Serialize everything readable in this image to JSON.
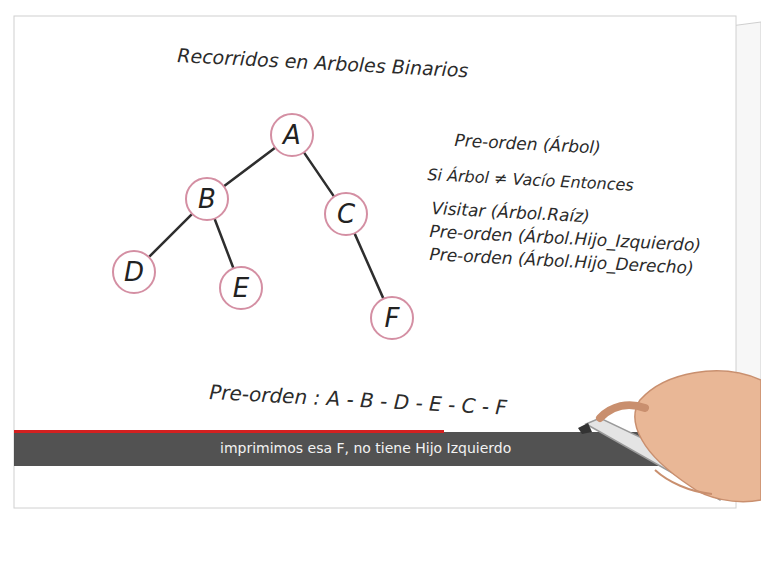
{
  "diagram": {
    "title": "Recorridos en Arboles Binarios",
    "caption": "imprimimos esa F, no tiene Hijo Izquierdo",
    "nodes": [
      {
        "text": [
          "A"
        ]
      },
      {
        "text": [
          "B"
        ]
      },
      {
        "text": [
          "C"
        ]
      },
      {
        "text": [
          "D"
        ]
      },
      {
        "text": [
          "E"
        ]
      },
      {
        "text": [
          "F"
        ]
      }
    ],
    "edges": [
      {
        "from": 0,
        "to": 1,
        "arrow": "none"
      },
      {
        "from": 0,
        "to": 2,
        "arrow": "none"
      },
      {
        "from": 1,
        "to": 3,
        "arrow": "none"
      },
      {
        "from": 1,
        "to": 4,
        "arrow": "none"
      },
      {
        "from": 2,
        "to": 5,
        "arrow": "none"
      }
    ],
    "labels": [
      "Pre-orden (Árbol)",
      "Si Árbol ≠ Vacío Entonces",
      "Visitar (Árbol.Raíz)",
      "Pre-orden (Árbol.Hijo_Izquierdo)",
      "Pre-orden (Árbol.Hijo_Derecho)",
      "Pre-orden : A - B - D - E - C - F"
    ]
  }
}
